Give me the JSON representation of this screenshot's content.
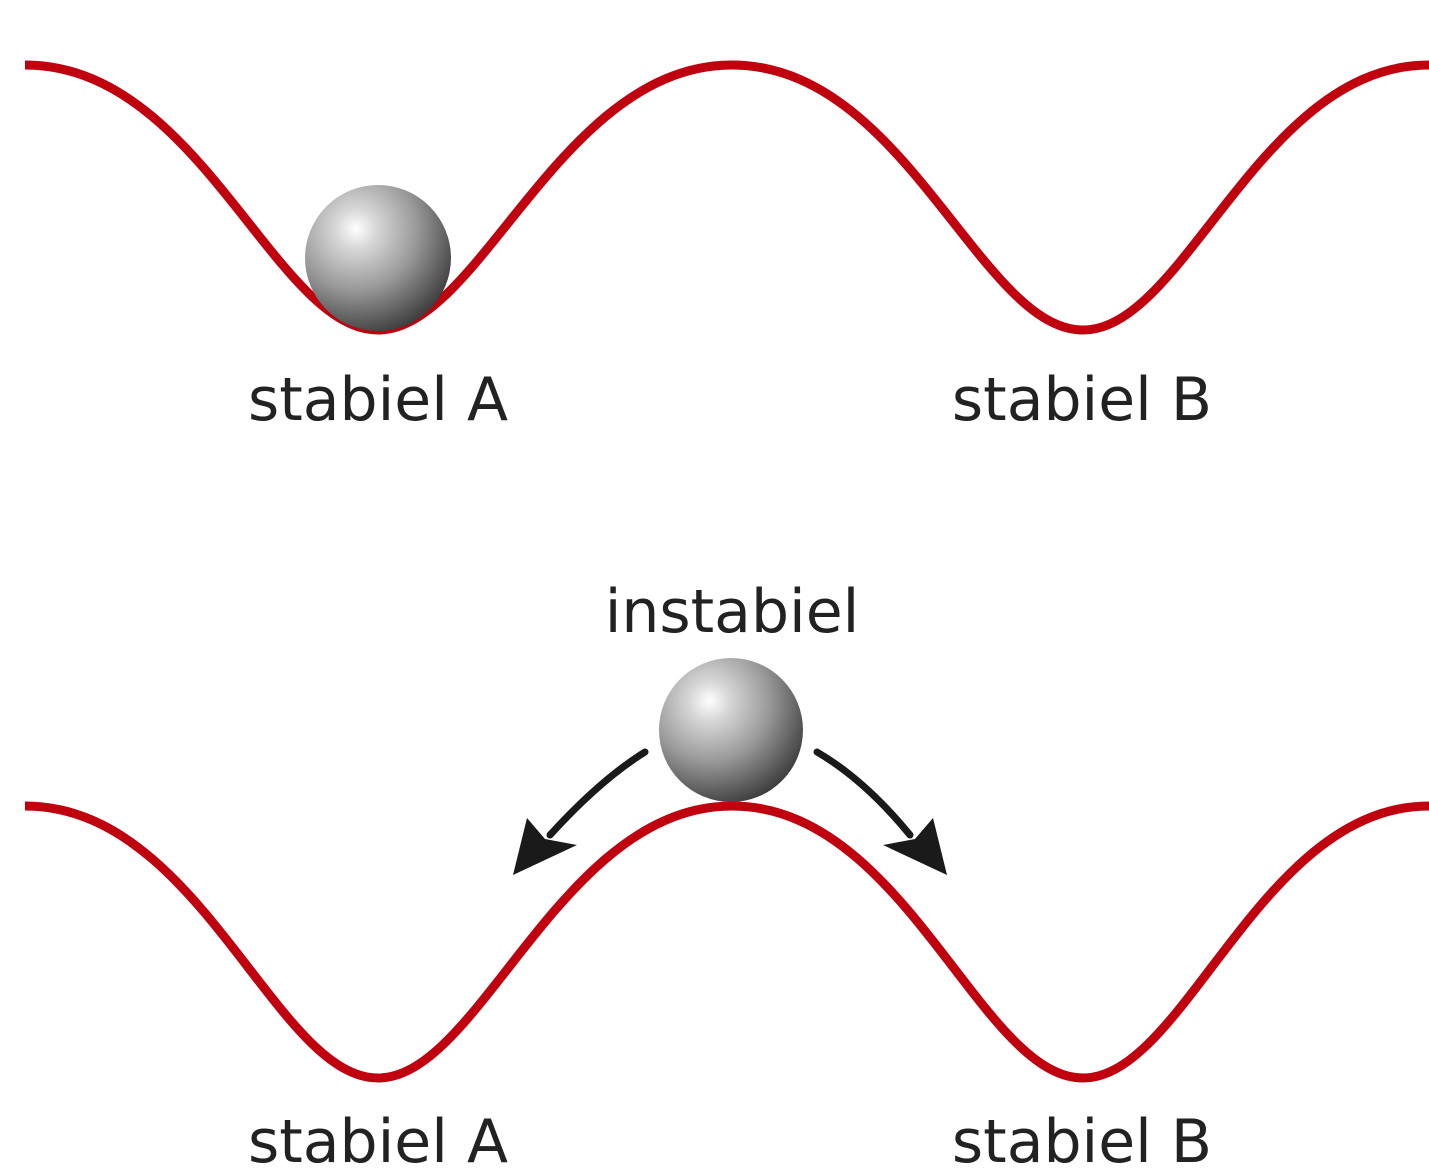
{
  "colors": {
    "curve": "#c0000f",
    "arrow": "#1a1a1a",
    "label": "#222222",
    "ball_highlight": "#ffffff",
    "ball_mid": "#9a9a9a",
    "ball_shadow": "#3c3c3c"
  },
  "top_panel": {
    "label_left": "stabiel A",
    "label_right": "stabiel B",
    "ball_position": "left-valley"
  },
  "bottom_panel": {
    "label_top": "instabiel",
    "label_left": "stabiel A",
    "label_right": "stabiel B",
    "ball_position": "central-peak",
    "arrow_icons": [
      "curved-arrow-left-icon",
      "curved-arrow-right-icon"
    ]
  }
}
